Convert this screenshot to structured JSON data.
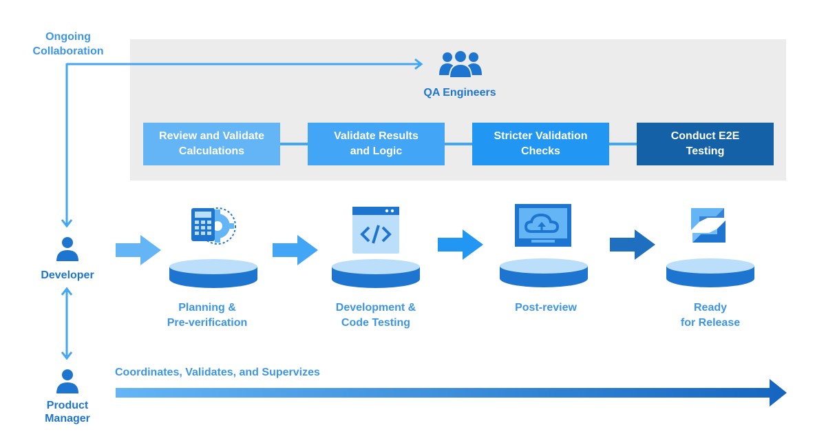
{
  "collab": {
    "line1": "Ongoing",
    "line2": "Collaboration"
  },
  "qa": {
    "title": "QA Engineers",
    "icon": "people-group-icon"
  },
  "tasks": [
    {
      "line1": "Review and Validate",
      "line2": "Calculations",
      "color": "#64b5f6"
    },
    {
      "line1": "Validate Results",
      "line2": "and Logic",
      "color": "#42a5f5"
    },
    {
      "line1": "Stricter Validation",
      "line2": "Checks",
      "color": "#2196f3"
    },
    {
      "line1": "Conduct E2E",
      "line2": "Testing",
      "color": "#1461a8"
    }
  ],
  "roles": {
    "developer": {
      "label": "Developer",
      "icon": "person-icon"
    },
    "product_manager": {
      "line1": "Product",
      "line2": "Manager",
      "icon": "person-icon"
    }
  },
  "stages": [
    {
      "line1": "Planning &",
      "line2": "Pre-verification",
      "icon": "calculator-gear-icon"
    },
    {
      "line1": "Development &",
      "line2": "Code Testing",
      "icon": "code-window-icon"
    },
    {
      "line1": "Post-review",
      "line2": "",
      "icon": "cloud-upload-monitor-icon"
    },
    {
      "line1": "Ready",
      "line2": "for Release",
      "icon": "release-logo-icon"
    }
  ],
  "pm_bar": {
    "label": "Coordinates, Validates, and Supervizes"
  },
  "colors": {
    "light_blue": "#64b5f6",
    "mid_blue": "#2196f3",
    "dark_blue": "#1e6fc0",
    "panel_gray": "#ececec"
  }
}
